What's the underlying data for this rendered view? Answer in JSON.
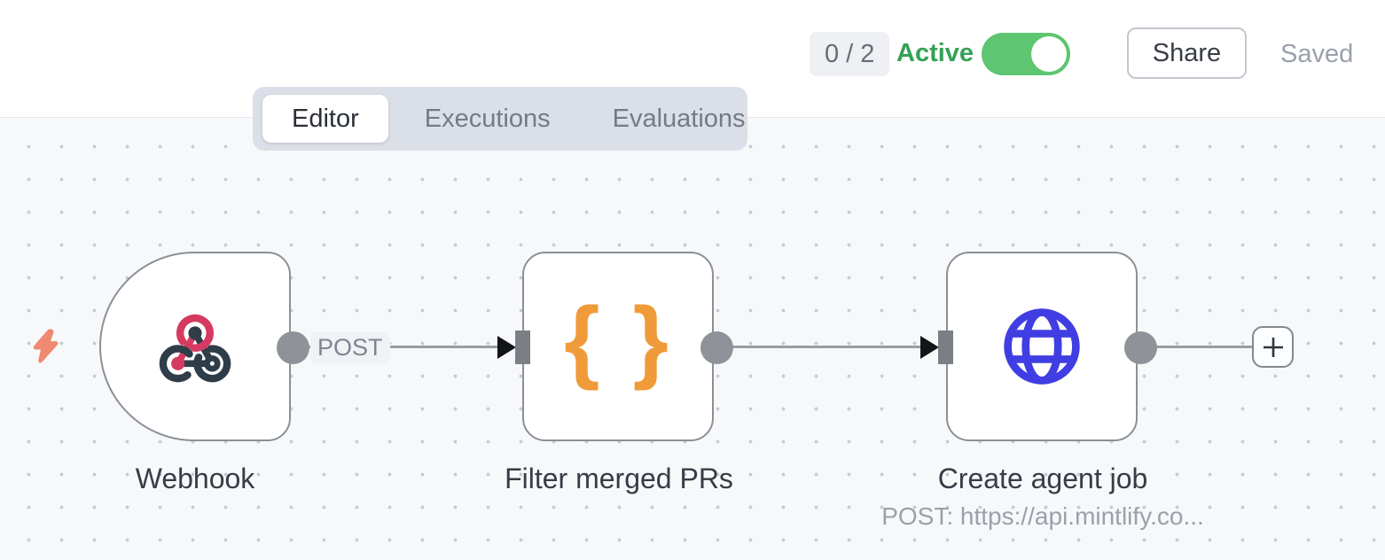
{
  "header": {
    "counter_badge": "0 / 2",
    "active_toggle": {
      "label": "Active",
      "state": "on"
    },
    "share_button": "Share",
    "save_status": "Saved"
  },
  "tabs": [
    {
      "label": "Editor",
      "active": true
    },
    {
      "label": "Executions",
      "active": false
    },
    {
      "label": "Evaluations",
      "active": false
    }
  ],
  "workflow": {
    "nodes": [
      {
        "name": "Webhook",
        "kind": "webhook-trigger",
        "icon": "webhook-icon"
      },
      {
        "name": "Filter merged PRs",
        "kind": "code",
        "icon": "code-braces-icon",
        "icon_glyph": "{ }"
      },
      {
        "name": "Create agent job",
        "kind": "http-request",
        "icon": "globe-icon",
        "subtitle": "POST: https://api.mintlify.co..."
      }
    ],
    "connections": [
      {
        "from": "Webhook",
        "to": "Filter merged PRs",
        "label": "POST"
      },
      {
        "from": "Filter merged PRs",
        "to": "Create agent job",
        "label": ""
      }
    ],
    "add_node_button": "+"
  },
  "colors": {
    "active_green": "#34a156",
    "toggle_green": "#5ec571",
    "canvas_bg": "#f7f8fa",
    "grid_dot": "#c8cbd2",
    "node_border": "#8b9097",
    "connector_gray": "#999da3",
    "webhook_pink": "#d63a60",
    "webhook_dark": "#2f3d49",
    "code_orange": "#f09b3a",
    "http_blue": "#403ee2",
    "trigger_bolt": "#ef8a70",
    "tabbar_bg": "#dbdfe7"
  }
}
